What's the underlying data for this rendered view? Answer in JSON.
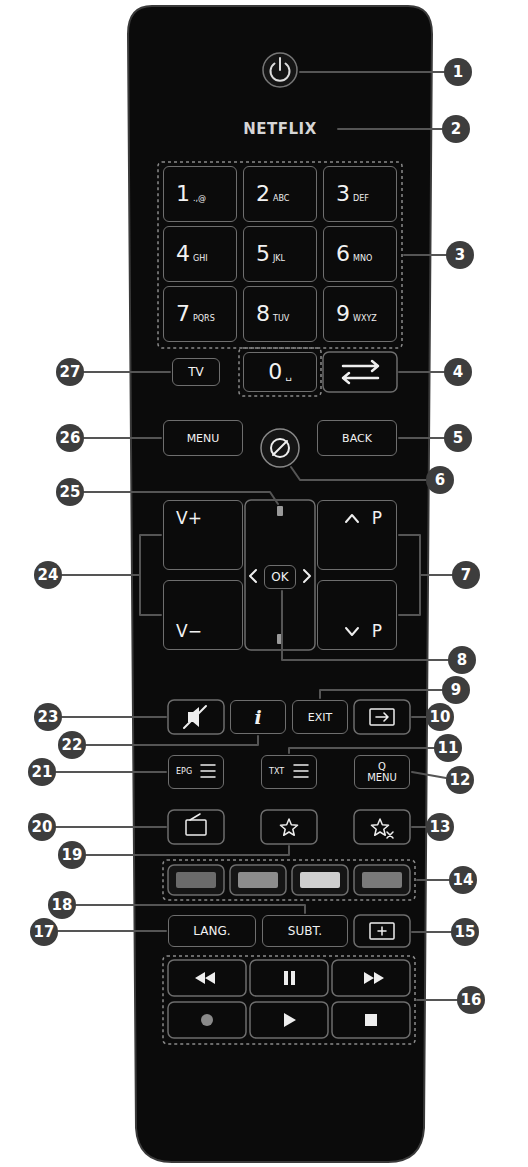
{
  "diagram": {
    "nodes": [
      {
        "text": [
          "NETFLIX"
        ]
      },
      {
        "text": [
          "1",
          ".,@"
        ]
      },
      {
        "text": [
          "2",
          "ABC"
        ]
      },
      {
        "text": [
          "3",
          "DEF"
        ]
      },
      {
        "text": [
          "4",
          "GHI"
        ]
      },
      {
        "text": [
          "5",
          "JKL"
        ]
      },
      {
        "text": [
          "6",
          "MNO"
        ]
      },
      {
        "text": [
          "7",
          "PQRS"
        ]
      },
      {
        "text": [
          "8",
          "TUV"
        ]
      },
      {
        "text": [
          "9",
          "WXYZ"
        ]
      },
      {
        "text": [
          "TV"
        ]
      },
      {
        "text": [
          "0",
          "␣"
        ]
      },
      {
        "text": [
          "MENU"
        ]
      },
      {
        "text": [
          "BACK"
        ]
      },
      {
        "text": [
          "V+"
        ]
      },
      {
        "text": [
          "P"
        ]
      },
      {
        "text": [
          "OK"
        ]
      },
      {
        "text": [
          "V−"
        ]
      },
      {
        "text": [
          "P"
        ]
      },
      {
        "text": [
          "i"
        ]
      },
      {
        "text": [
          "EXIT"
        ]
      },
      {
        "text": [
          "EPG"
        ]
      },
      {
        "text": [
          "TXT"
        ]
      },
      {
        "text": [
          "Q",
          "MENU"
        ]
      },
      {
        "text": [
          "LANG."
        ]
      },
      {
        "text": [
          "SUBT."
        ]
      }
    ],
    "labels": [
      "1",
      "2",
      "3",
      "4",
      "5",
      "6",
      "7",
      "8",
      "9",
      "10",
      "11",
      "12",
      "13",
      "14",
      "15",
      "16",
      "17",
      "18",
      "19",
      "20",
      "21",
      "22",
      "23",
      "24",
      "25",
      "26",
      "27"
    ]
  }
}
